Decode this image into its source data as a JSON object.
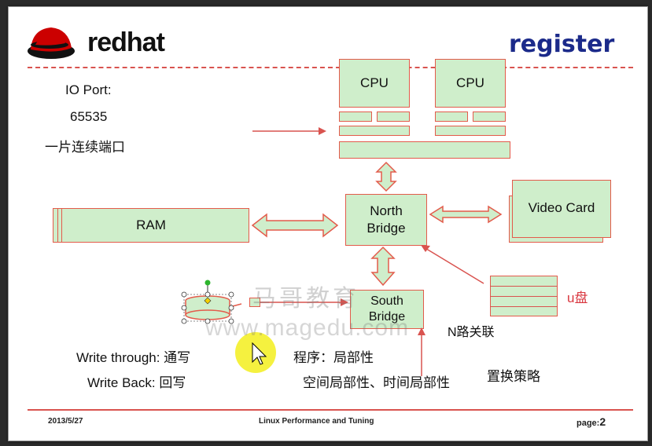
{
  "header": {
    "logo_text": "redhat",
    "title": "register"
  },
  "left_notes": {
    "io_port": "IO Port:",
    "count": "65535",
    "contiguous": "一片连续端口"
  },
  "components": {
    "cpu1": "CPU",
    "cpu2": "CPU",
    "ram": "RAM",
    "north_bridge": "North\nBridge",
    "video_card": "Video Card",
    "south_bridge": "South\nBridge",
    "usb": "u盘"
  },
  "notes": {
    "write_through": "Write through: 通写",
    "write_back": "Write Back: 回写",
    "program": "程序：局部性",
    "locality": "空间局部性、时间局部性",
    "n_way": "N路关联",
    "replacement": "置换策略"
  },
  "watermark": {
    "cn": "马哥教育",
    "url": "www.magedu.com"
  },
  "footer": {
    "date": "2013/5/27",
    "center": "Linux Performance and Tuning",
    "page_label": "page:",
    "page_num": "2"
  },
  "colors": {
    "box_fill": "#cfeecb",
    "box_border": "#e35b4b",
    "title": "#1b2a8a",
    "usb_label": "#d9363e",
    "logo_red": "#cc0000"
  }
}
